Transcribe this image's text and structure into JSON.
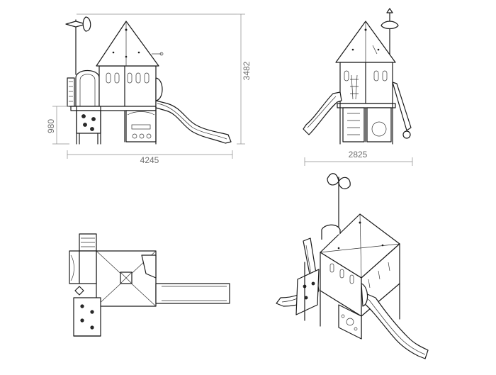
{
  "dimensions": {
    "front_width": "4245",
    "front_total_height": "3482",
    "front_platform_height": "980",
    "side_width": "2825"
  },
  "colors": {
    "line": "#1a1a1a",
    "dimension": "#8c8c8c",
    "dimension_text": "#6e6e6e",
    "background": "#ffffff"
  }
}
